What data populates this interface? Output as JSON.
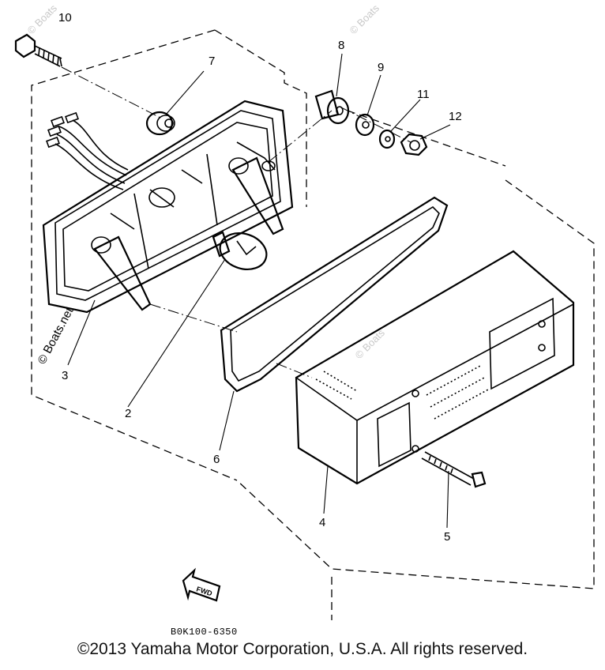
{
  "callouts": {
    "c1": "10",
    "c2": "7",
    "c3": "8",
    "c4": "9",
    "c5": "11",
    "c6": "12",
    "c7": "3",
    "c8": "2",
    "c9": "6",
    "c10": "4",
    "c11": "5"
  },
  "watermarks": {
    "main": "© Boats.net",
    "faint_a": "© Boats",
    "faint_b": "© Boats",
    "faint_c": "© Boats"
  },
  "fwd_label": "FWD",
  "part_code": "B0K100-6350",
  "copyright": "©2013 Yamaha Motor Corporation, U.S.A. All rights reserved."
}
